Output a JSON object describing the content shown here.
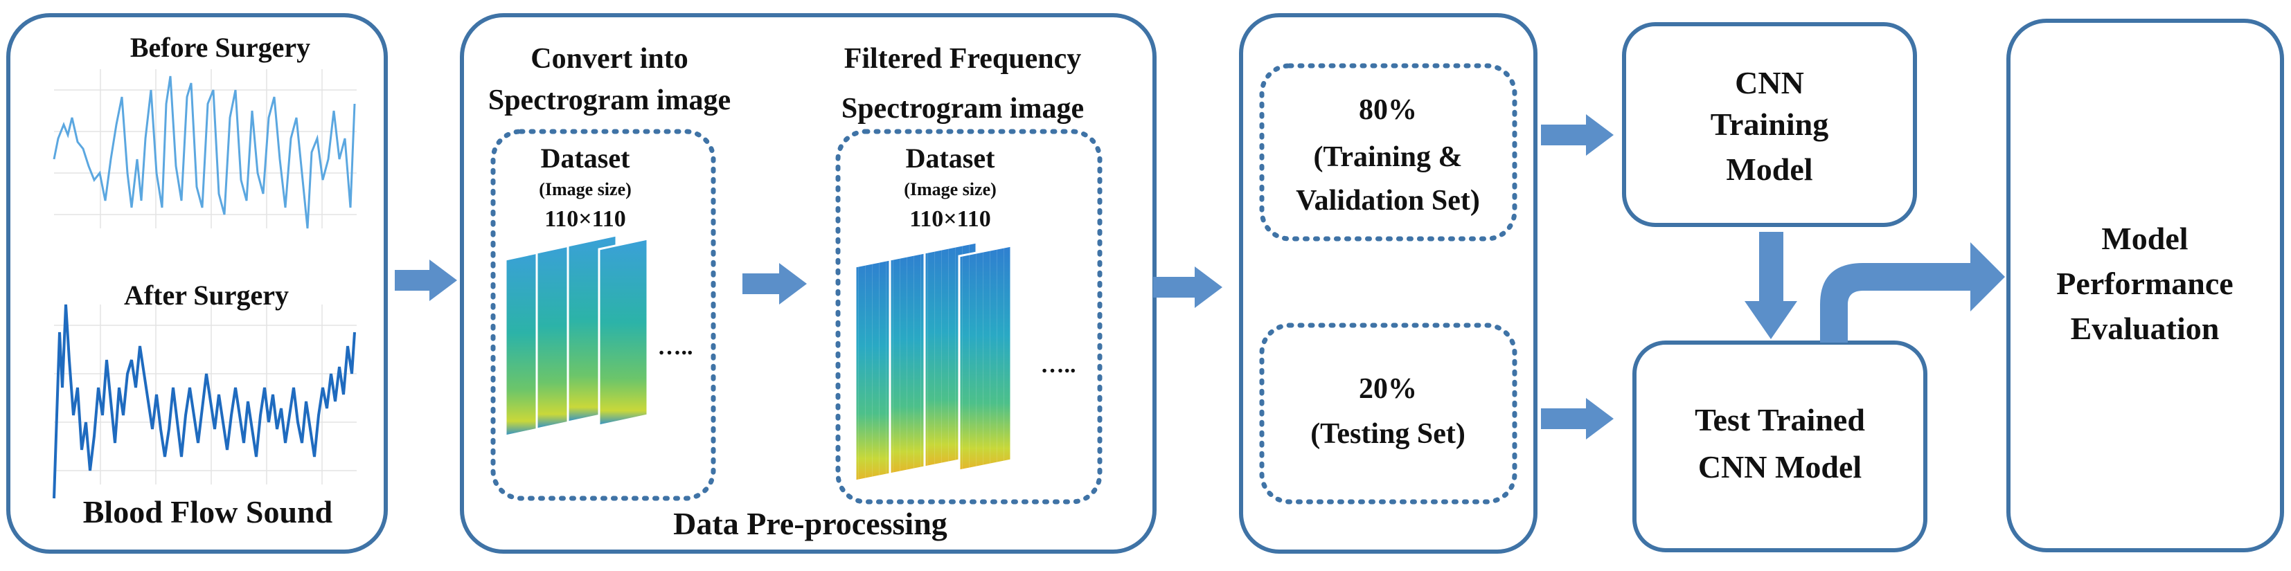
{
  "colors": {
    "box_border": "#3f73a6",
    "arrow": "#5b8fc9",
    "dotted": "#3f73a6",
    "wave_light": "#5ba7e0",
    "wave_dark": "#1f6bbf"
  },
  "panel1": {
    "before_label": "Before Surgery",
    "after_label": "After Surgery",
    "footer": "Blood Flow Sound"
  },
  "panel2": {
    "heading_left": [
      "Convert into",
      "Spectrogram image"
    ],
    "heading_right": [
      "Filtered Frequency",
      "Spectrogram image"
    ],
    "dataset_left": {
      "title": "Dataset",
      "sub": "(Image size)",
      "size": "110×110",
      "ellipsis": "….."
    },
    "dataset_right": {
      "title": "Dataset",
      "sub": "(Image size)",
      "size": "110×110",
      "ellipsis": "….."
    },
    "footer": "Data Pre-processing"
  },
  "split": {
    "train": [
      "80%",
      "(Training &",
      "Validation Set)"
    ],
    "test": [
      "20%",
      "(Testing Set)"
    ]
  },
  "cnn_training": [
    "CNN",
    "Training",
    "Model"
  ],
  "test_trained": [
    "Test Trained",
    "CNN Model"
  ],
  "evaluation": [
    "Model",
    "Performance",
    "Evaluation"
  ]
}
